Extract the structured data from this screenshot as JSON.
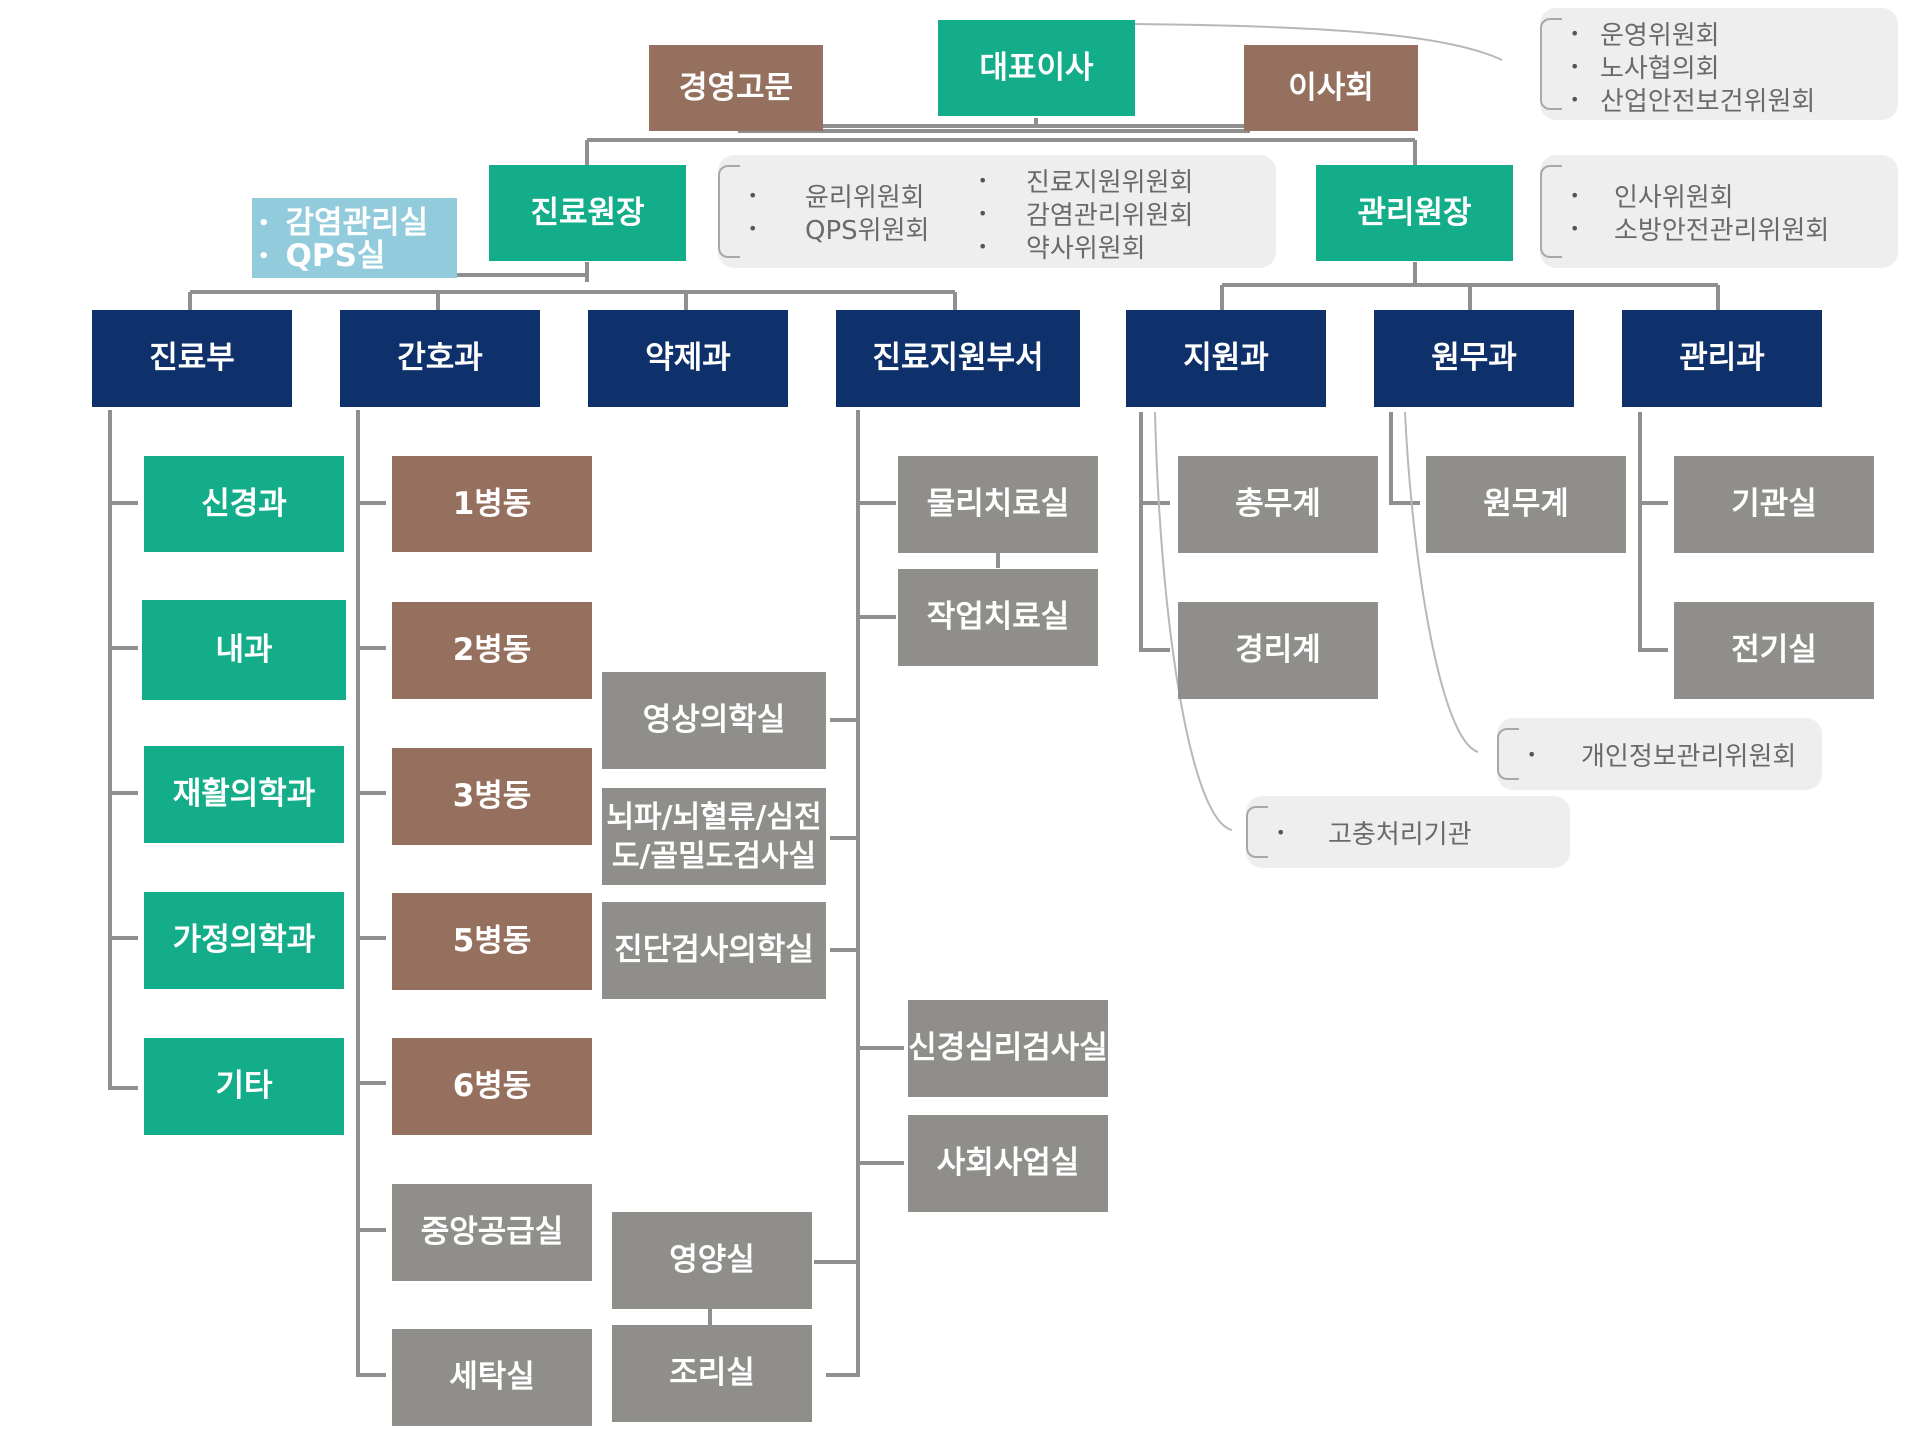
{
  "top": {
    "ceo": "대표이사",
    "advisor": "경영고문",
    "board": "이사회",
    "ceo_committees": [
      "운영위원회",
      "노사협의회",
      "산업안전보건위원회"
    ]
  },
  "medical_director": {
    "title": "진료원장",
    "committees_left": [
      "윤리위원회",
      "QPS위원회"
    ],
    "committees_right": [
      "진료지원위원회",
      "감염관리위원회",
      "약사위원회"
    ],
    "offices": [
      "감염관리실",
      "QPS실"
    ]
  },
  "admin_director": {
    "title": "관리원장",
    "committees": [
      "인사위원회",
      "소방안전관리위원회"
    ]
  },
  "departments": {
    "medical": {
      "title": "진료부",
      "units": [
        "신경과",
        "내과",
        "재활의학과",
        "가정의학과",
        "기타"
      ]
    },
    "nursing": {
      "title": "간호과",
      "wards": [
        "1병동",
        "2병동",
        "3병동",
        "5병동",
        "6병동"
      ],
      "units": [
        "중앙공급실",
        "세탁실"
      ]
    },
    "pharmacy": {
      "title": "약제과"
    },
    "support": {
      "title": "진료지원부서",
      "therapy": [
        "물리치료실",
        "작업치료실"
      ],
      "labs": [
        "영상의학실",
        "뇌파/뇌혈류/심전도/골밀도검사실",
        "진단검사의학실"
      ],
      "others": [
        "신경심리검사실",
        "사회사업실"
      ],
      "nutrition": [
        "영양실",
        "조리실"
      ]
    },
    "general": {
      "title": "지원과",
      "units": [
        "총무계",
        "경리계"
      ],
      "note": "고충처리기관"
    },
    "records": {
      "title": "원무과",
      "units": [
        "원무계"
      ],
      "note": "개인정보관리위원회"
    },
    "facilities": {
      "title": "관리과",
      "units": [
        "기관실",
        "전기실"
      ]
    }
  }
}
